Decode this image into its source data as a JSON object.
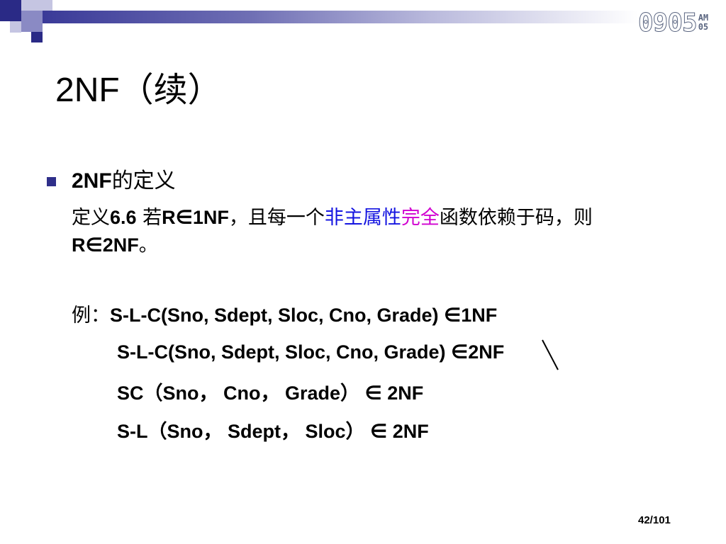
{
  "header": {
    "clock_time": "0905",
    "clock_ampm_top": "AM",
    "clock_ampm_bottom": "05"
  },
  "slide": {
    "title": "2NF（续）",
    "bullet_bold": "2NF",
    "bullet_cn": "的定义",
    "definition": {
      "p1": "定义",
      "p2": "6.6",
      "p3": "  若",
      "p4": "R∈1NF",
      "p5": "，且每一个",
      "p6_blue": "非主属性",
      "p7_magenta": "完全",
      "p8": "函数依赖于码，则",
      "p9": "R∈2NF",
      "p10": "。"
    },
    "example_label": "例：",
    "example_line1": "S-L-C(Sno, Sdept, Sloc, Cno, Grade) ∈1NF",
    "example_line2": "S-L-C(Sno, Sdept, Sloc, Cno, Grade) ∈2NF",
    "example_line3": "SC（Sno，  Cno，  Grade） ∈ 2NF",
    "example_line4": "S-L（Sno，  Sdept，  Sloc） ∈ 2NF"
  },
  "footer": {
    "page_number": "42/101"
  },
  "colors": {
    "accent_blue": "#1515e0",
    "accent_magenta": "#d000d0",
    "bullet": "#2f2f8a"
  }
}
